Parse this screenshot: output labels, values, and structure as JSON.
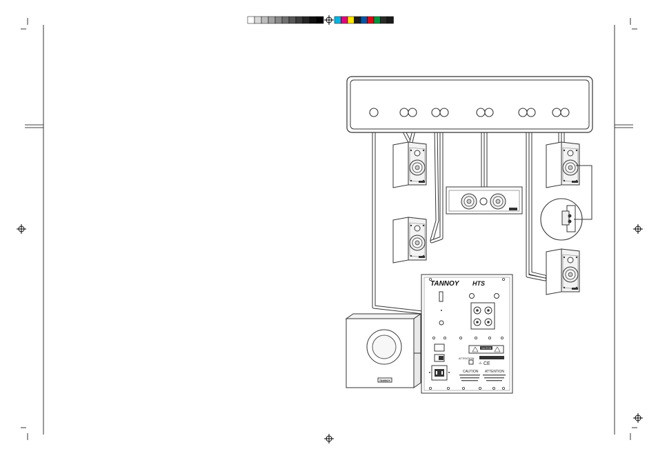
{
  "panel": {
    "brand": "TANNOY",
    "model": "HTS",
    "caution_badge": "CAUTION",
    "attention_label": "ATTENTION",
    "caution_heading": "CAUTION",
    "attention_heading": "ATTENTION"
  },
  "subwoofer": {
    "badge": "TANNOY"
  },
  "speakers": {
    "badge": "TANNOY"
  },
  "colors": {
    "line": "#333333",
    "cable": "#ffffff",
    "calibration_gray": [
      "#ffffff",
      "#d9d9d9",
      "#bdbdbd",
      "#a3a3a3",
      "#8a8a8a",
      "#707070",
      "#575757",
      "#3d3d3d",
      "#262626",
      "#101010",
      "#000000"
    ],
    "calibration_color": [
      "#00b5e2",
      "#e6007e",
      "#ffe600",
      "#1d1d1b",
      "#0057a8",
      "#e30613",
      "#009640",
      "#2b2a29",
      "#1a1a1a"
    ]
  }
}
